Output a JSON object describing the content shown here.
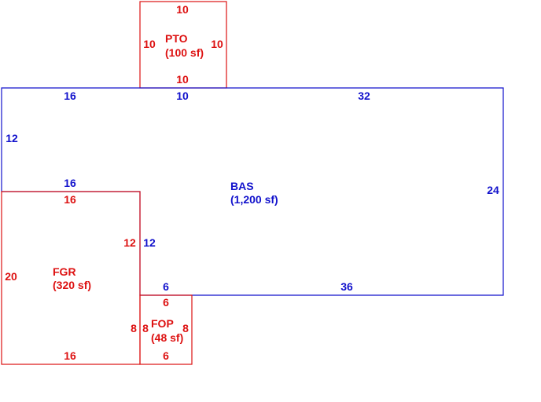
{
  "colors": {
    "red": "#dd1111",
    "blue": "#1111cc"
  },
  "areas": {
    "pto": {
      "code": "PTO",
      "area": "(100 sf)",
      "top": "10",
      "left": "10",
      "right": "10",
      "bottom": "10"
    },
    "bas": {
      "code": "BAS",
      "area": "(1,200 sf)",
      "top_left": "16",
      "top_mid": "10",
      "top_right": "32",
      "left": "12",
      "right": "24",
      "inner_top": "16",
      "inner_side": "12",
      "bottom_left": "6",
      "bottom_right": "36"
    },
    "fgr": {
      "code": "FGR",
      "area": "(320 sf)",
      "top": "16",
      "left": "20",
      "right": "12",
      "bottom": "16"
    },
    "fop": {
      "code": "FOP",
      "area": "(48 sf)",
      "top": "6",
      "left_outer": "8",
      "left_inner": "8",
      "right": "8",
      "bottom": "6"
    }
  }
}
